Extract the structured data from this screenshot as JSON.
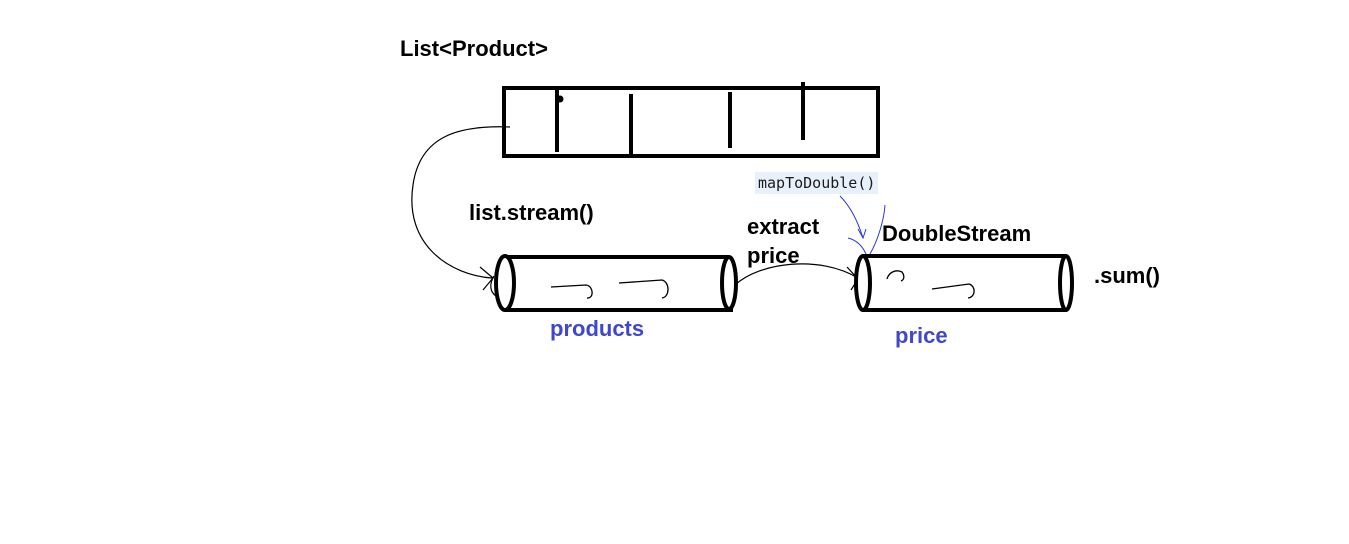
{
  "labels": {
    "list_type": "List<Product>",
    "stream_call": "list.stream()",
    "extract_line1": "extract",
    "extract_line2": "price",
    "map_method": "mapToDouble()",
    "double_stream": "DoubleStream",
    "sum_call": ".sum()",
    "products_stream": "products",
    "price_stream": "price"
  },
  "colors": {
    "ink": "#000000",
    "blue_label": "#3f48cc",
    "pen_blue": "#2a3ad6",
    "code_highlight": "#e8f0fb"
  }
}
